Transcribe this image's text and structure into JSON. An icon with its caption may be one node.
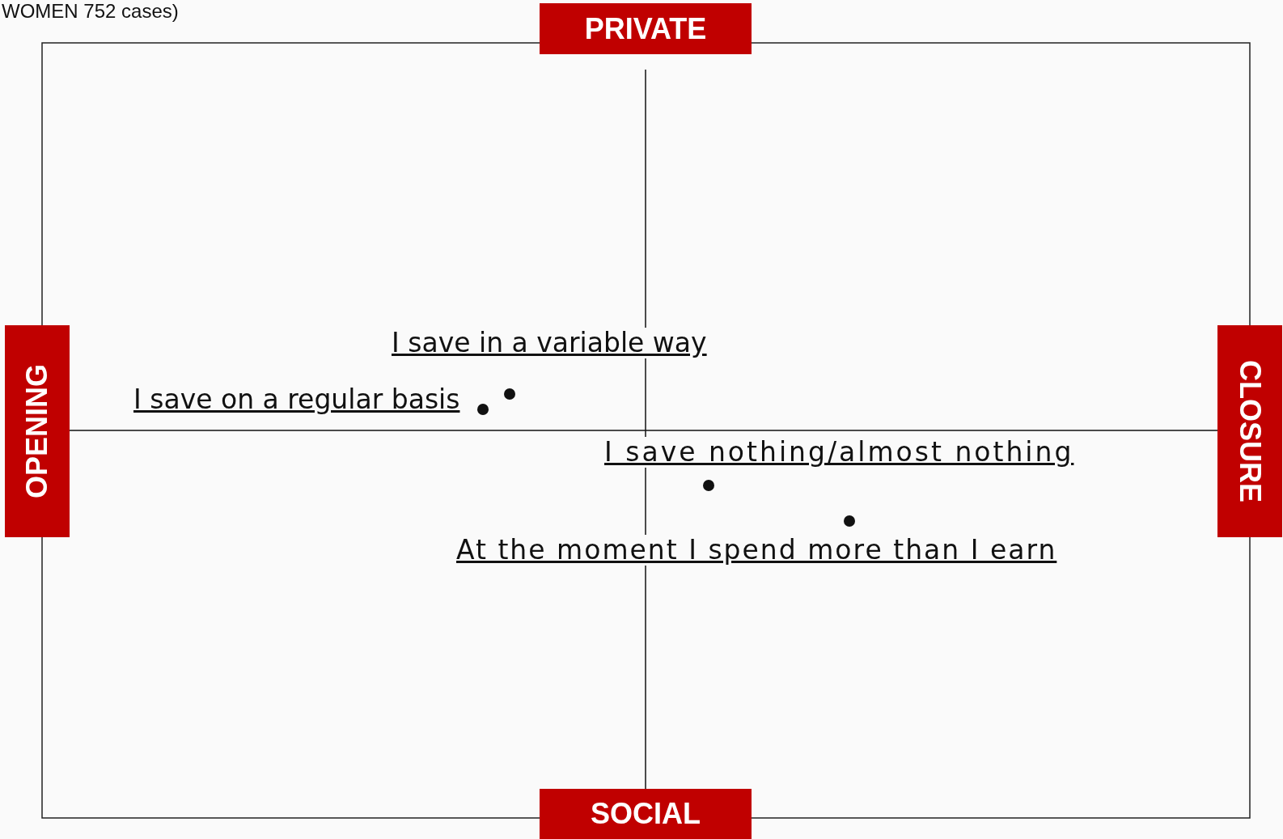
{
  "diagram": {
    "nodes": [
      {
        "text": [
          "PRIVATE"
        ]
      },
      {
        "text": [
          "OPENING"
        ]
      },
      {
        "text": [
          "CLOSURE"
        ]
      },
      {
        "text": [
          "SOCIAL"
        ]
      }
    ],
    "labels": [
      "WOMEN 752 cases)",
      "I save in a variable way",
      "I save on a regular basis",
      "I save nothing/almost nothing",
      "At the moment I spend more than I earn"
    ]
  }
}
